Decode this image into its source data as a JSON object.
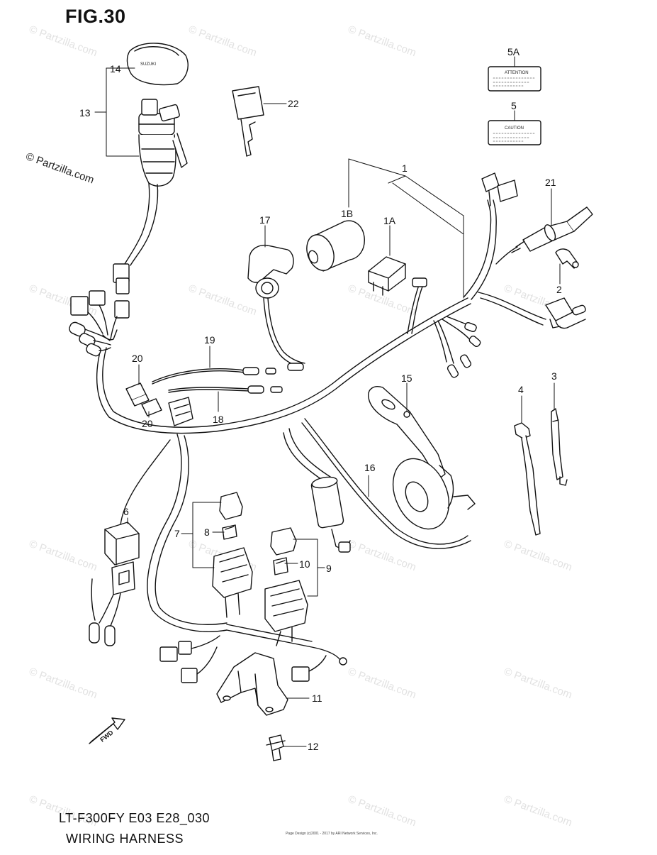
{
  "figure": {
    "title": "FIG.30",
    "copyright": "© Partzilla.com",
    "model_code": "LT-F300FY E03 E28_030",
    "section_title": "WIRING HARNESS",
    "footer_fine_print": [
      "Page Design (c)2001 - 2017 by ARI Network Services, Inc."
    ],
    "watermark": "© Partzilla.com"
  },
  "parts": [
    {
      "ref": "1"
    },
    {
      "ref": "1A"
    },
    {
      "ref": "1B"
    },
    {
      "ref": "2"
    },
    {
      "ref": "3"
    },
    {
      "ref": "4"
    },
    {
      "ref": "5"
    },
    {
      "ref": "5A"
    },
    {
      "ref": "6"
    },
    {
      "ref": "7"
    },
    {
      "ref": "8"
    },
    {
      "ref": "9"
    },
    {
      "ref": "10"
    },
    {
      "ref": "11"
    },
    {
      "ref": "12"
    },
    {
      "ref": "13"
    },
    {
      "ref": "14"
    },
    {
      "ref": "15"
    },
    {
      "ref": "16"
    },
    {
      "ref": "17"
    },
    {
      "ref": "18"
    },
    {
      "ref": "19"
    },
    {
      "ref": "20"
    },
    {
      "ref": "21"
    },
    {
      "ref": "22"
    }
  ],
  "decals": {
    "attention": "ATTENTION",
    "caution": "CAUTION"
  },
  "key_cap_text": "SUZUKI",
  "direction_arrow": "FWD"
}
